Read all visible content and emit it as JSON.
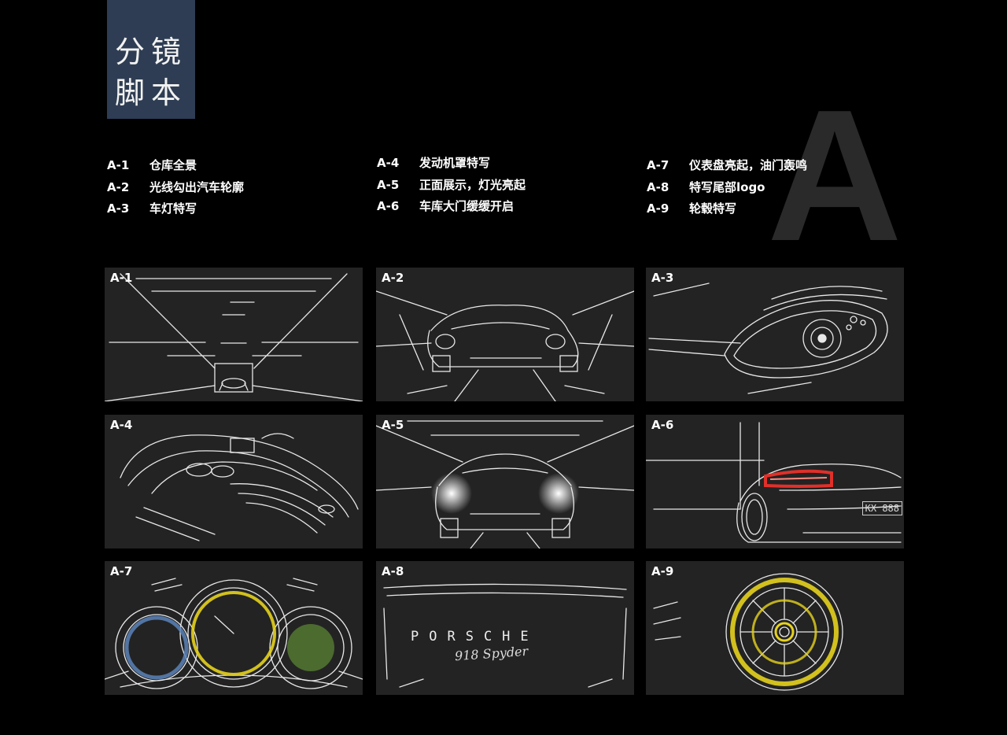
{
  "title": {
    "line1": "分镜",
    "line2": "脚本"
  },
  "section_letter": "A",
  "legend": [
    [
      {
        "id": "A-1",
        "desc": "仓库全景"
      },
      {
        "id": "A-2",
        "desc": "光线勾出汽车轮廓"
      },
      {
        "id": "A-3",
        "desc": "车灯特写"
      }
    ],
    [
      {
        "id": "A-4",
        "desc": "发动机罩特写"
      },
      {
        "id": "A-5",
        "desc": "正面展示，灯光亮起"
      },
      {
        "id": "A-6",
        "desc": "车库大门缓缓开启"
      }
    ],
    [
      {
        "id": "A-7",
        "desc": "仪表盘亮起，油门轰鸣"
      },
      {
        "id": "A-8",
        "desc": "特写尾部logo"
      },
      {
        "id": "A-9",
        "desc": "轮毂特写"
      }
    ]
  ],
  "panels": [
    {
      "label": "A-1"
    },
    {
      "label": "A-2"
    },
    {
      "label": "A-3"
    },
    {
      "label": "A-4"
    },
    {
      "label": "A-5"
    },
    {
      "label": "A-6",
      "plate": "KX 888"
    },
    {
      "label": "A-7"
    },
    {
      "label": "A-8",
      "brand": "PORSCHE",
      "model": "918 Spyder"
    },
    {
      "label": "A-9"
    }
  ],
  "colors": {
    "background": "#000000",
    "title_block": "#2e3d53",
    "panel": "#232323",
    "accent_yellow": "#e6d21e",
    "accent_red": "#e0302a",
    "accent_green": "#6fa83a",
    "accent_blue": "#5b82b8"
  }
}
